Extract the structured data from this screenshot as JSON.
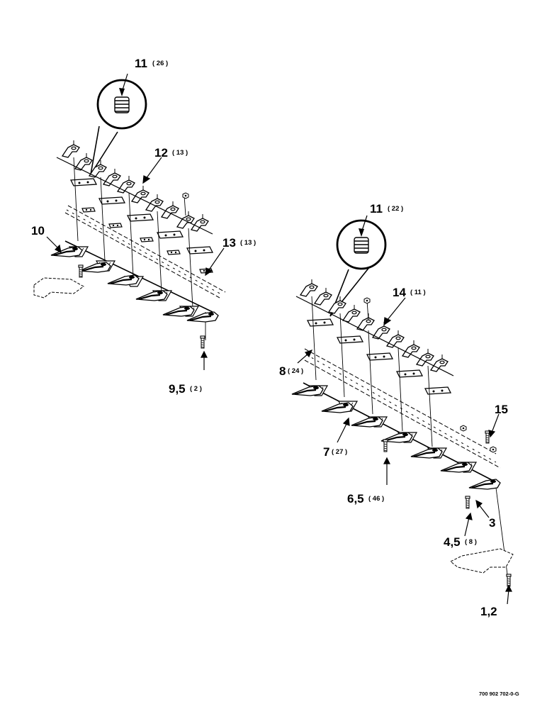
{
  "labels": {
    "l11a": {
      "num": "11",
      "qty": "( 26 )"
    },
    "l12": {
      "num": "12",
      "qty": "( 13 )"
    },
    "l10": {
      "num": "10",
      "qty": ""
    },
    "l13": {
      "num": "13",
      "qty": "( 13 )"
    },
    "l95": {
      "num": "9,5",
      "qty": "( 2 )"
    },
    "l11b": {
      "num": "11",
      "qty": "( 22 )"
    },
    "l14": {
      "num": "14",
      "qty": "( 11 )"
    },
    "l8": {
      "num": "8",
      "qty": "( 24 )"
    },
    "l15": {
      "num": "15",
      "qty": ""
    },
    "l7": {
      "num": "7",
      "qty": "( 27 )"
    },
    "l65": {
      "num": "6,5",
      "qty": "( 46 )"
    },
    "l3": {
      "num": "3",
      "qty": ""
    },
    "l45": {
      "num": "4,5",
      "qty": "( 8 )"
    },
    "l12b": {
      "num": "1,2",
      "qty": ""
    }
  },
  "part_number": "700 902 702-0-G",
  "icons": [
    "zoom-callout-icon",
    "bolt-icon",
    "nut-icon",
    "sickle-section-icon",
    "guard-icon",
    "hold-down-clip-icon"
  ]
}
